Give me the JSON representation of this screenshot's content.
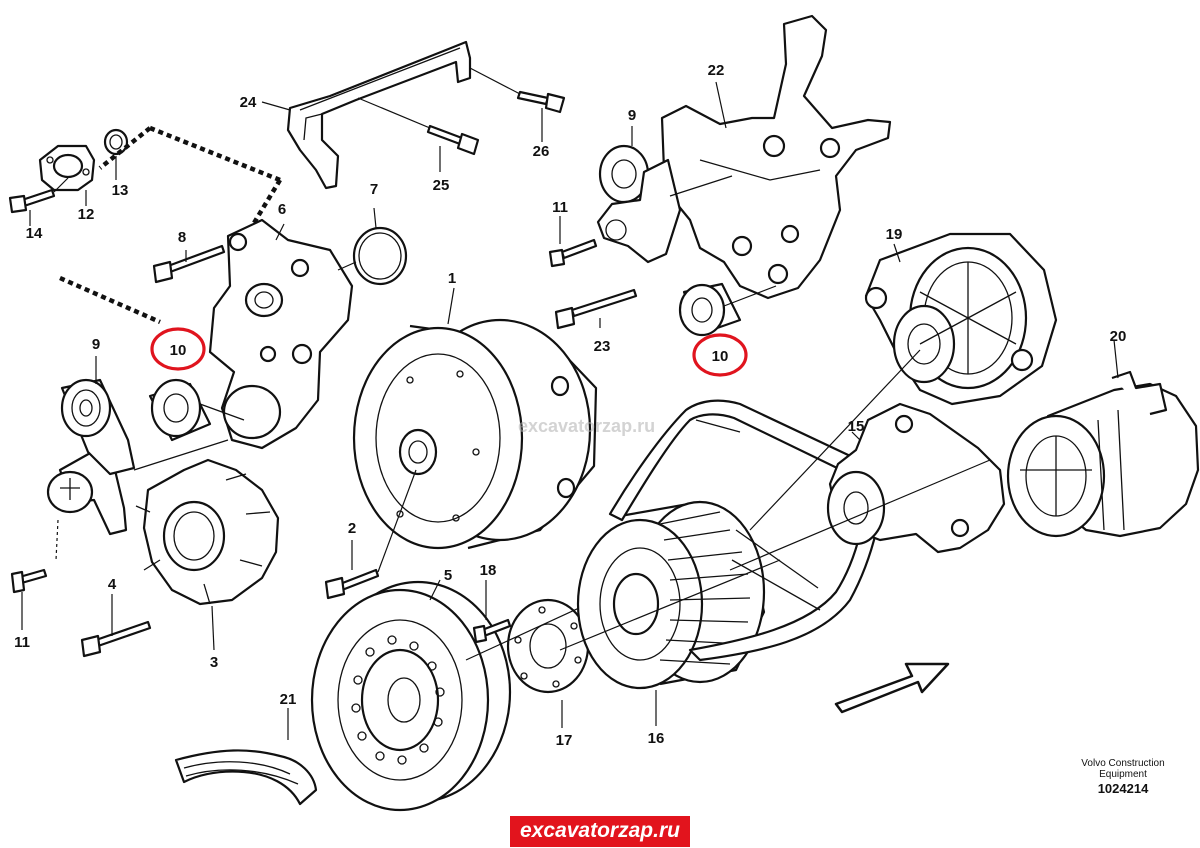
{
  "callouts": {
    "p1": "1",
    "p2": "2",
    "p3": "3",
    "p4": "4",
    "p5": "5",
    "p6": "6",
    "p7": "7",
    "p8": "8",
    "p9a": "9",
    "p9b": "9",
    "p10a": "10",
    "p10b": "10",
    "p11a": "11",
    "p11b": "11",
    "p12": "12",
    "p13": "13",
    "p14": "14",
    "p15": "15",
    "p16": "16",
    "p17": "17",
    "p18": "18",
    "p19": "19",
    "p20": "20",
    "p21": "21",
    "p22": "22",
    "p23": "23",
    "p24": "24",
    "p25": "25",
    "p26": "26"
  },
  "highlight_color": "#e0141e",
  "watermark": "excavatorzap.ru",
  "reference": {
    "line1": "Volvo Construction",
    "line2": "Equipment",
    "doc_number": "1024214"
  },
  "banner": {
    "text": "excavatorzap.ru",
    "background": "#e2141d"
  }
}
